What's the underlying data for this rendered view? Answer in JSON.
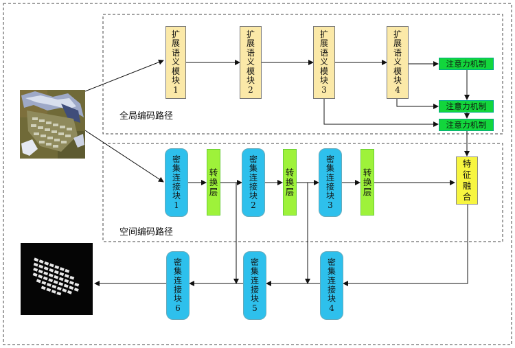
{
  "global_path_label": "全局编码路径",
  "spatial_path_label": "空间编码路径",
  "expand_modules": [
    {
      "label": "扩展语义模块",
      "index": "1"
    },
    {
      "label": "扩展语义模块",
      "index": "2"
    },
    {
      "label": "扩展语义模块",
      "index": "3"
    },
    {
      "label": "扩展语义模块",
      "index": "4"
    }
  ],
  "attention_label": "注意力机制",
  "dense_top": [
    {
      "label": "密集连接块",
      "index": "1"
    },
    {
      "label": "密集连接块",
      "index": "2"
    },
    {
      "label": "密集连接块",
      "index": "3"
    }
  ],
  "transition_label": "转换层",
  "fusion_label": "特征融合",
  "dense_bottom": [
    {
      "label": "密集连接块",
      "index": "6"
    },
    {
      "label": "密集连接块",
      "index": "5"
    },
    {
      "label": "密集连接块",
      "index": "4"
    }
  ],
  "colors": {
    "expand": "#fbe9a8",
    "dense": "#2ec0ec",
    "transition": "#9ef23a",
    "attention": "#12d63c",
    "fusion": "#f7f540"
  }
}
